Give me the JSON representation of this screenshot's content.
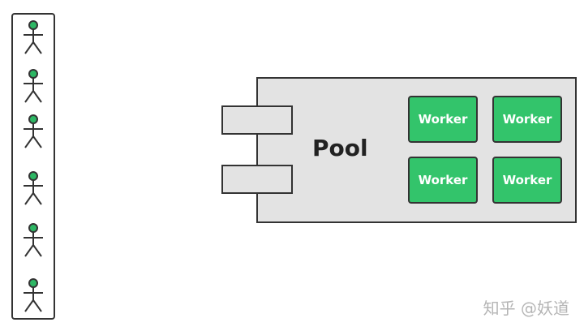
{
  "queue": {
    "people": [
      "person-1",
      "person-2",
      "person-3",
      "person-4",
      "person-5",
      "person-6"
    ]
  },
  "pool": {
    "label": "Pool",
    "workers": [
      "Worker",
      "Worker",
      "Worker",
      "Worker"
    ]
  },
  "watermark": {
    "text": "知乎 @妖道"
  },
  "colors": {
    "person_head": "#2db764",
    "worker_fill": "#33c46b",
    "pool_fill": "#e3e3e3",
    "outline": "#333333"
  }
}
